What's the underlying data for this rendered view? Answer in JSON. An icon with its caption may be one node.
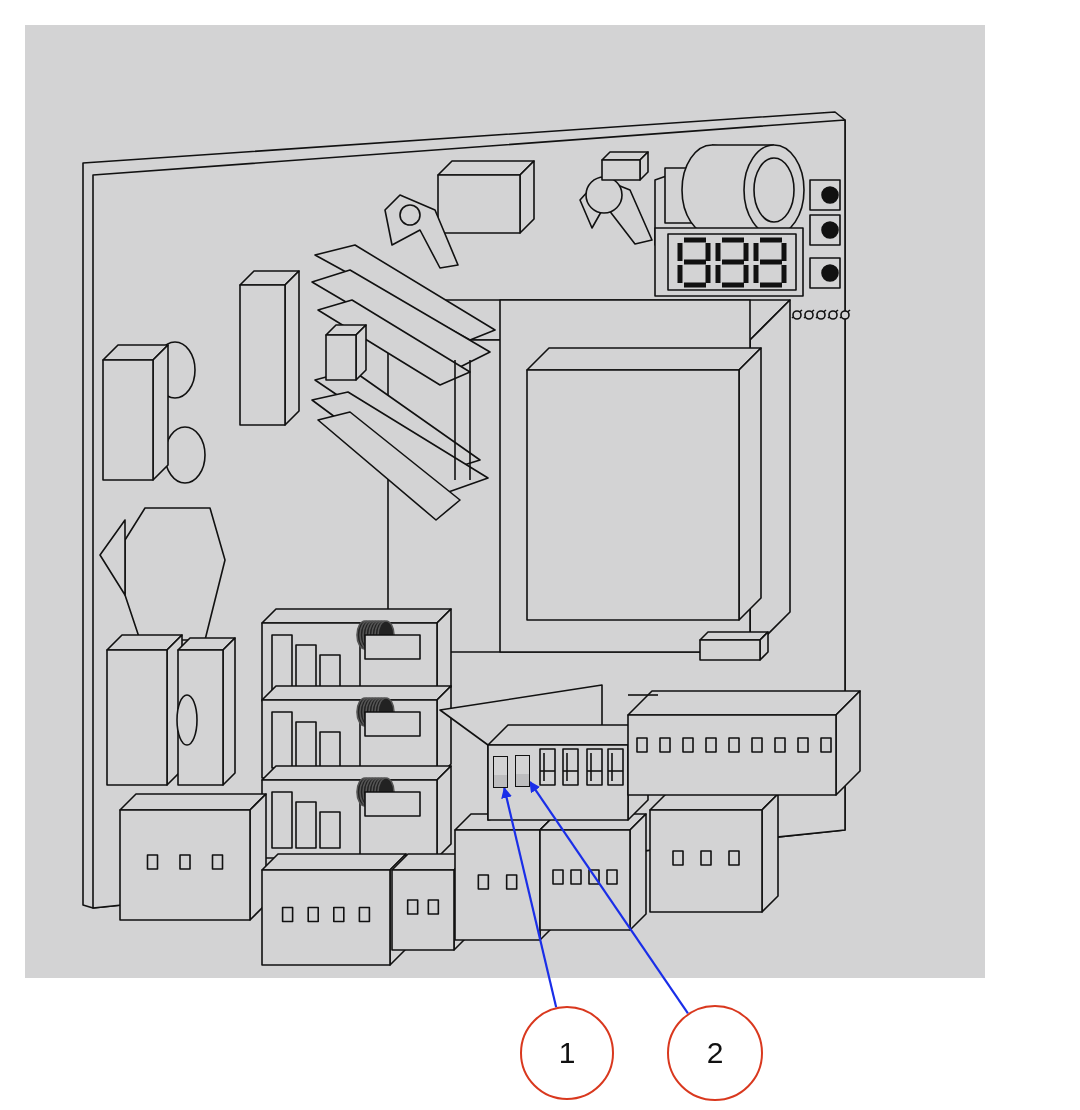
{
  "diagram": {
    "nodes": [
      {
        "text": [],
        "shape": "box"
      },
      {
        "text": [],
        "shape": "box"
      },
      {
        "text": [
          "1"
        ]
      },
      {
        "text": [
          "2"
        ]
      }
    ],
    "edges": [
      {
        "from": 2,
        "to": 0,
        "arrow": "to"
      },
      {
        "from": 3,
        "to": 1,
        "arrow": "to"
      }
    ]
  }
}
